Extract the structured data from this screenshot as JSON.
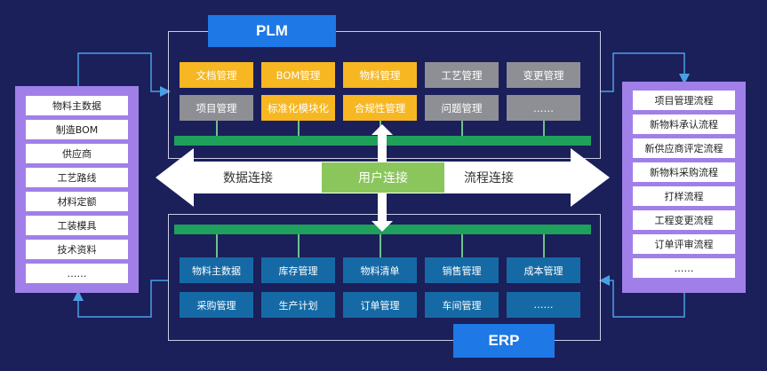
{
  "plm": {
    "title": "PLM",
    "modules": [
      {
        "label": "文档管理",
        "color": "yellow"
      },
      {
        "label": "BOM管理",
        "color": "yellow"
      },
      {
        "label": "物料管理",
        "color": "yellow"
      },
      {
        "label": "工艺管理",
        "color": "gray"
      },
      {
        "label": "变更管理",
        "color": "gray"
      },
      {
        "label": "项目管理",
        "color": "gray"
      },
      {
        "label": "标准化模块化",
        "color": "yellow"
      },
      {
        "label": "合规性管理",
        "color": "yellow"
      },
      {
        "label": "问题管理",
        "color": "gray"
      },
      {
        "label": "……",
        "color": "gray"
      }
    ]
  },
  "erp": {
    "title": "ERP",
    "modules": [
      {
        "label": "物料主数据"
      },
      {
        "label": "库存管理"
      },
      {
        "label": "物料清单"
      },
      {
        "label": "销售管理"
      },
      {
        "label": "成本管理"
      },
      {
        "label": "采购管理"
      },
      {
        "label": "生产计划"
      },
      {
        "label": "订单管理"
      },
      {
        "label": "车间管理"
      },
      {
        "label": "……"
      }
    ]
  },
  "left_list": {
    "items": [
      "物料主数据",
      "制造BOM",
      "供应商",
      "工艺路线",
      "材料定额",
      "工装模具",
      "技术资料",
      "……"
    ]
  },
  "right_list": {
    "items": [
      "项目管理流程",
      "新物料承认流程",
      "新供应商评定流程",
      "新物料采购流程",
      "打样流程",
      "工程变更流程",
      "订单评审流程",
      "……"
    ]
  },
  "connections": {
    "data": "数据连接",
    "user": "用户连接",
    "process": "流程连接"
  },
  "colors": {
    "background": "#1b1f5a",
    "title_tab": "#1e78e6",
    "yellow_module": "#f6b722",
    "gray_module": "#8e8f94",
    "erp_module": "#156aa6",
    "green_bar": "#1fa15c",
    "side_panel": "#a080e8",
    "center_label": "#8bc65c"
  }
}
